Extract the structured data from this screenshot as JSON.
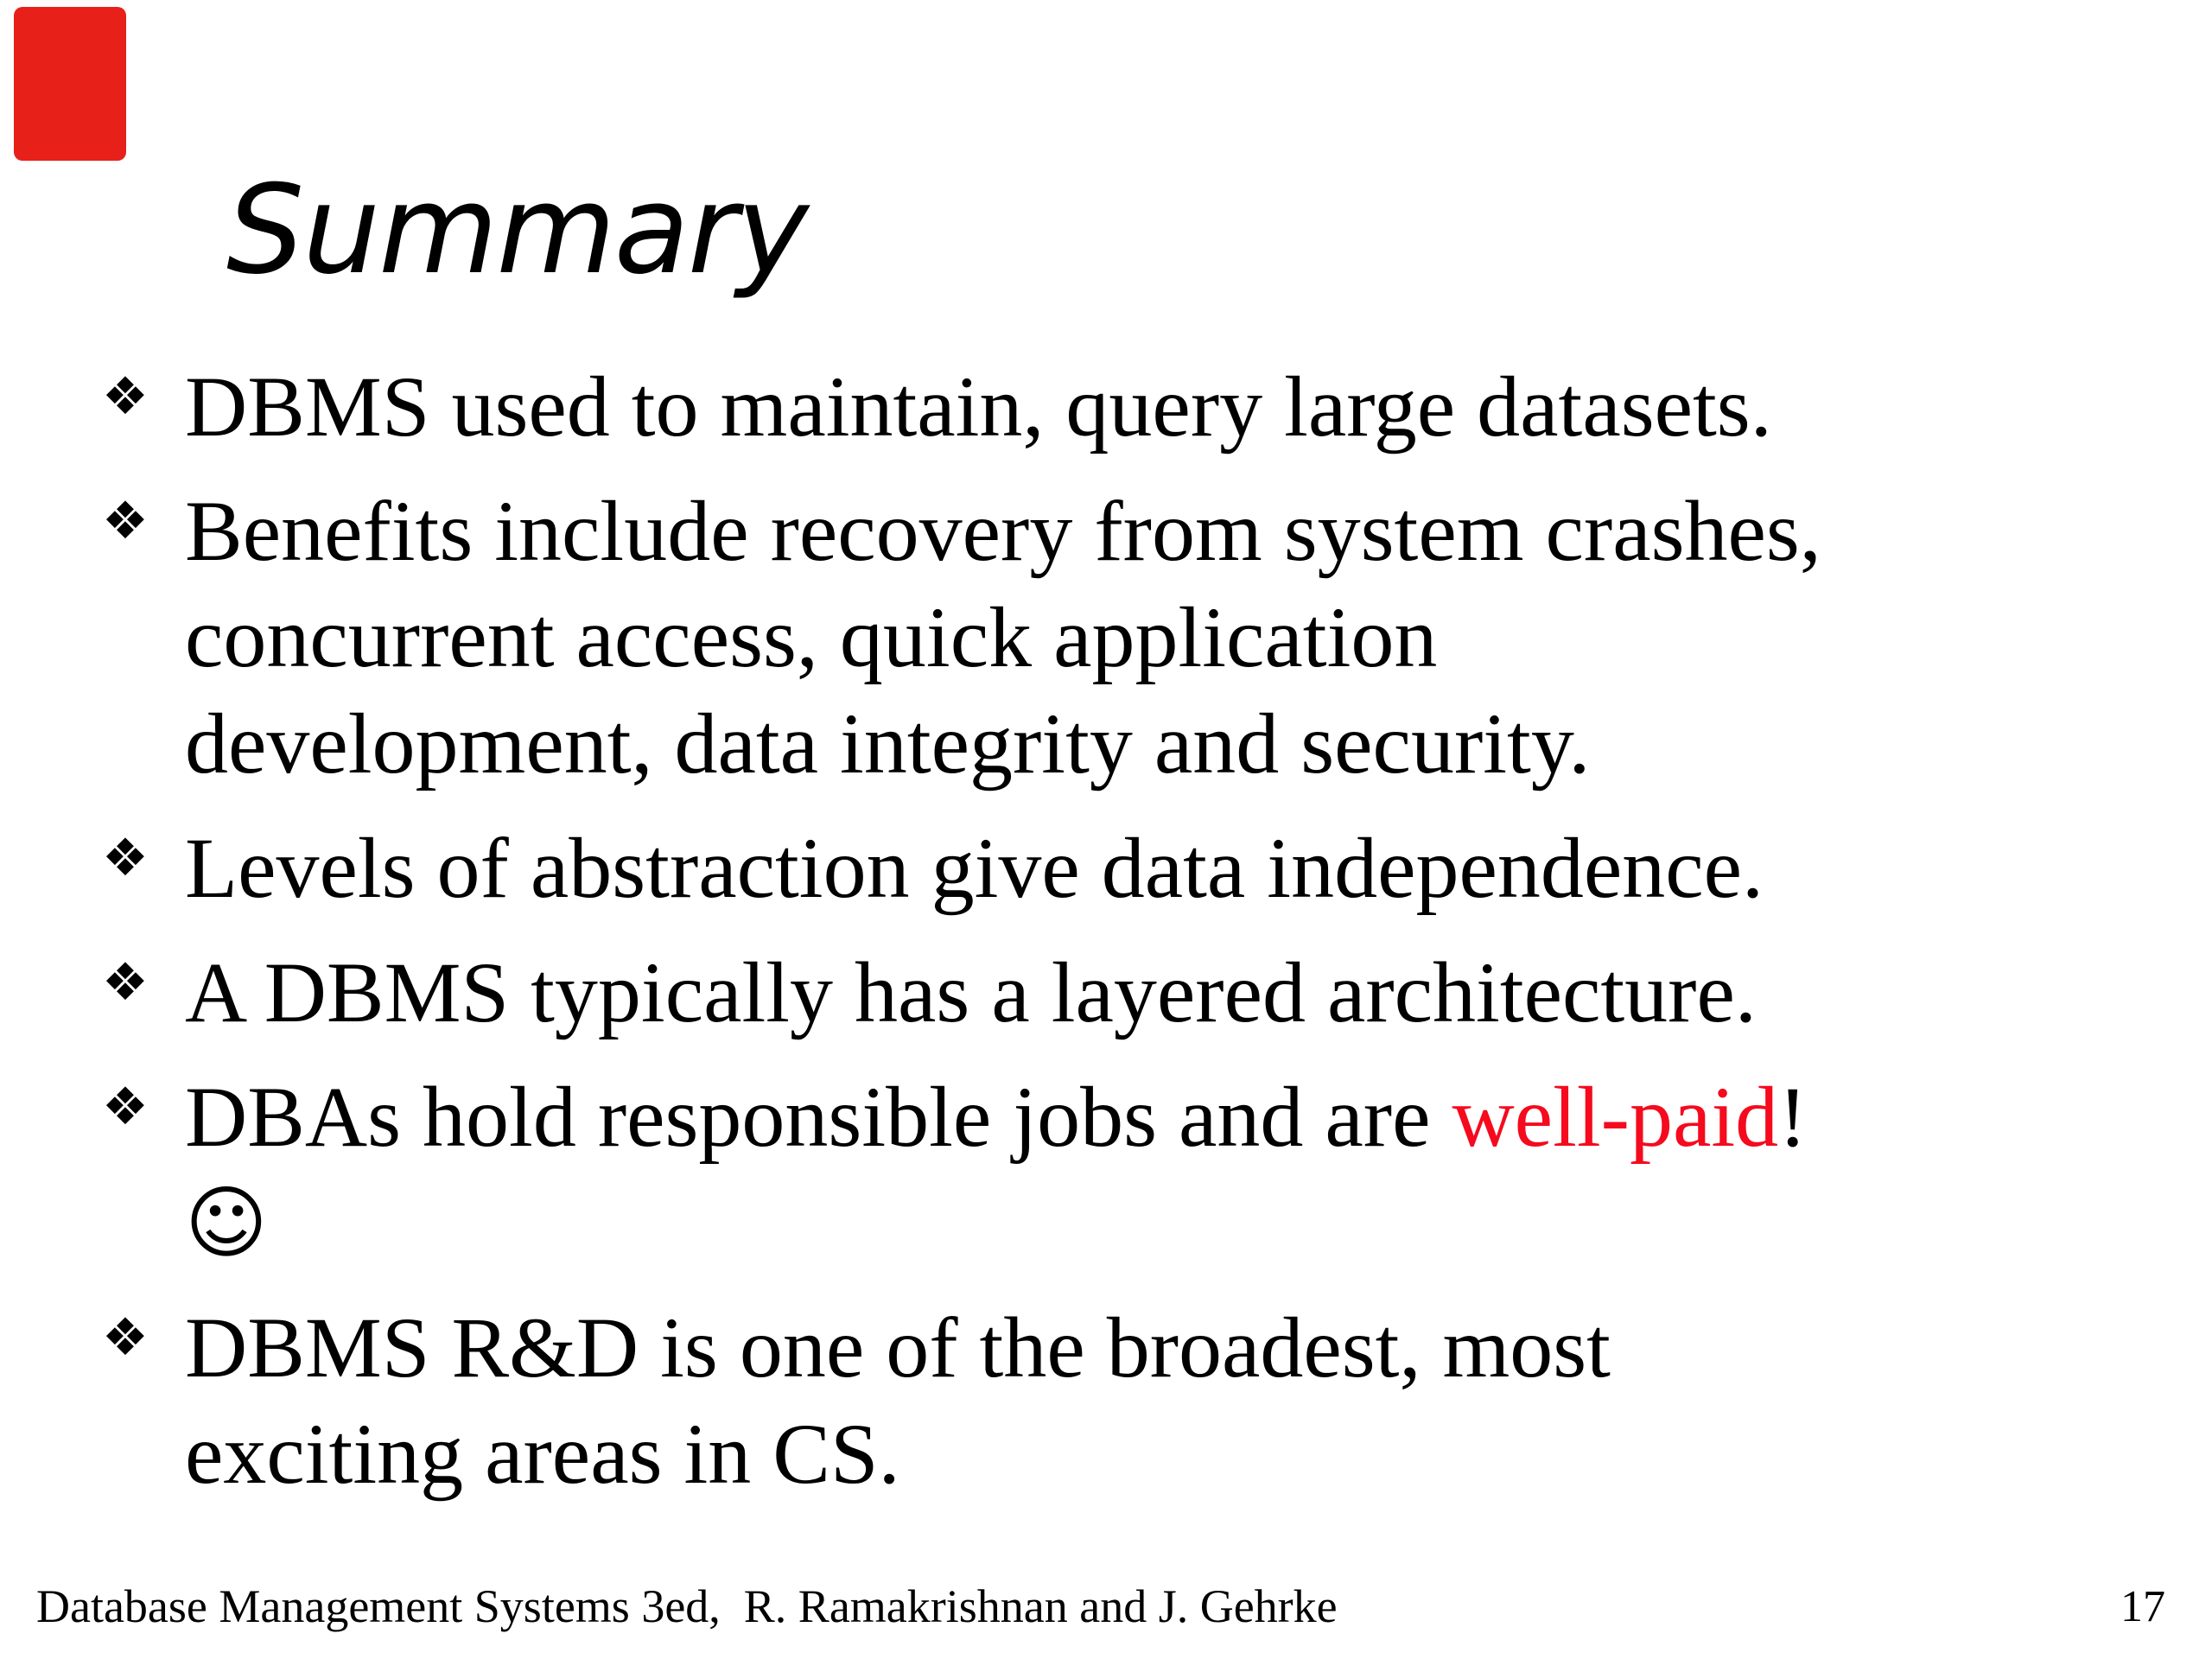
{
  "slide": {
    "title": "Summary",
    "bullet_glyph": "❖",
    "bullets": [
      {
        "lines": [
          "DBMS used to maintain, query large datasets."
        ]
      },
      {
        "lines": [
          "Benefits include recovery from system crashes,",
          "concurrent access, quick application",
          "development, data integrity and security."
        ]
      },
      {
        "lines": [
          "Levels of abstraction give data independence."
        ]
      },
      {
        "lines": [
          "A DBMS typically has a layered architecture."
        ]
      },
      {
        "line1": {
          "pre": "DBAs hold responsible jobs and are ",
          "highlight": "well-paid",
          "post": "!"
        },
        "smiley": "☺"
      },
      {
        "lines": [
          "DBMS R&D is one of the broadest, most",
          "exciting areas in CS."
        ]
      }
    ],
    "footer": {
      "left": "Database Management Systems 3ed,  R. Ramakrishnan and J. Gehrke",
      "page_number": "17"
    },
    "colors": {
      "highlight_red": "#f50a1e",
      "corner_marker_red": "#e8201a"
    }
  }
}
